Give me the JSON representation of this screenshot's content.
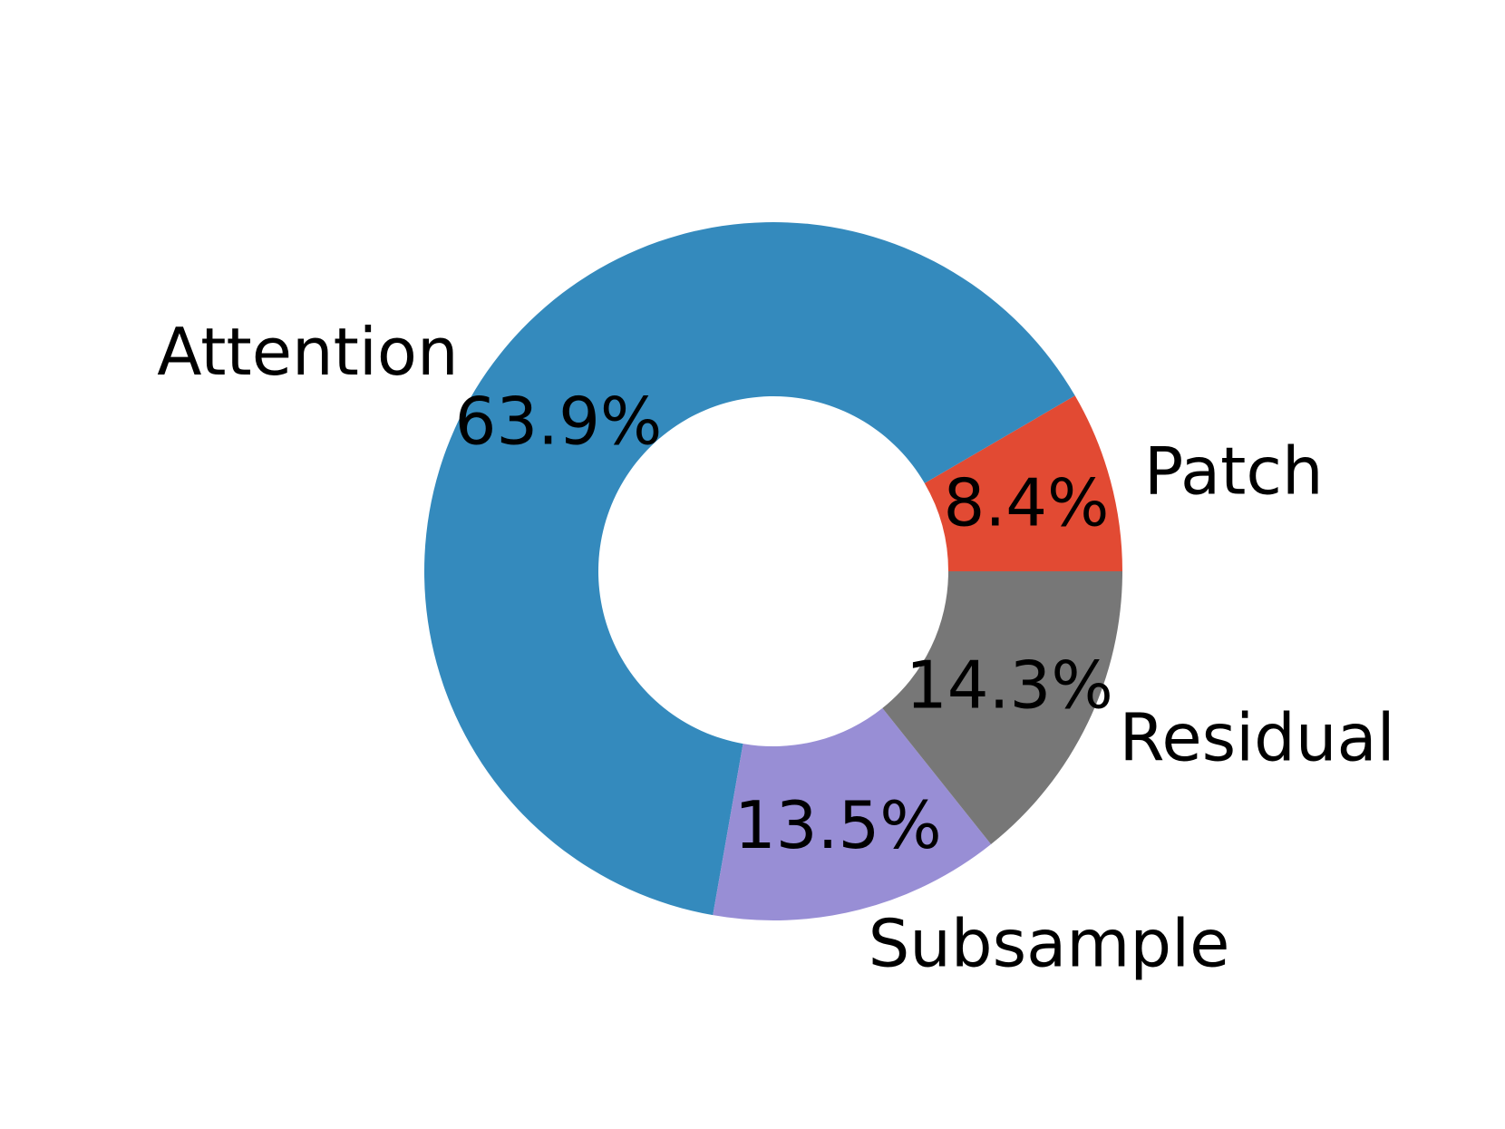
{
  "chart_data": {
    "type": "pie",
    "variant": "donut",
    "title": "",
    "slices": [
      {
        "label": "Patch",
        "value": 8.4,
        "pct_text": "8.4%",
        "color": "#e24a33"
      },
      {
        "label": "Attention",
        "value": 63.9,
        "pct_text": "63.9%",
        "color": "#348abd"
      },
      {
        "label": "Subsample",
        "value": 13.5,
        "pct_text": "13.5%",
        "color": "#988ed5"
      },
      {
        "label": "Residual",
        "value": 14.3,
        "pct_text": "14.3%",
        "color": "#777777"
      }
    ],
    "start_angle_deg": 0,
    "direction": "counterclockwise",
    "legend": "none"
  }
}
